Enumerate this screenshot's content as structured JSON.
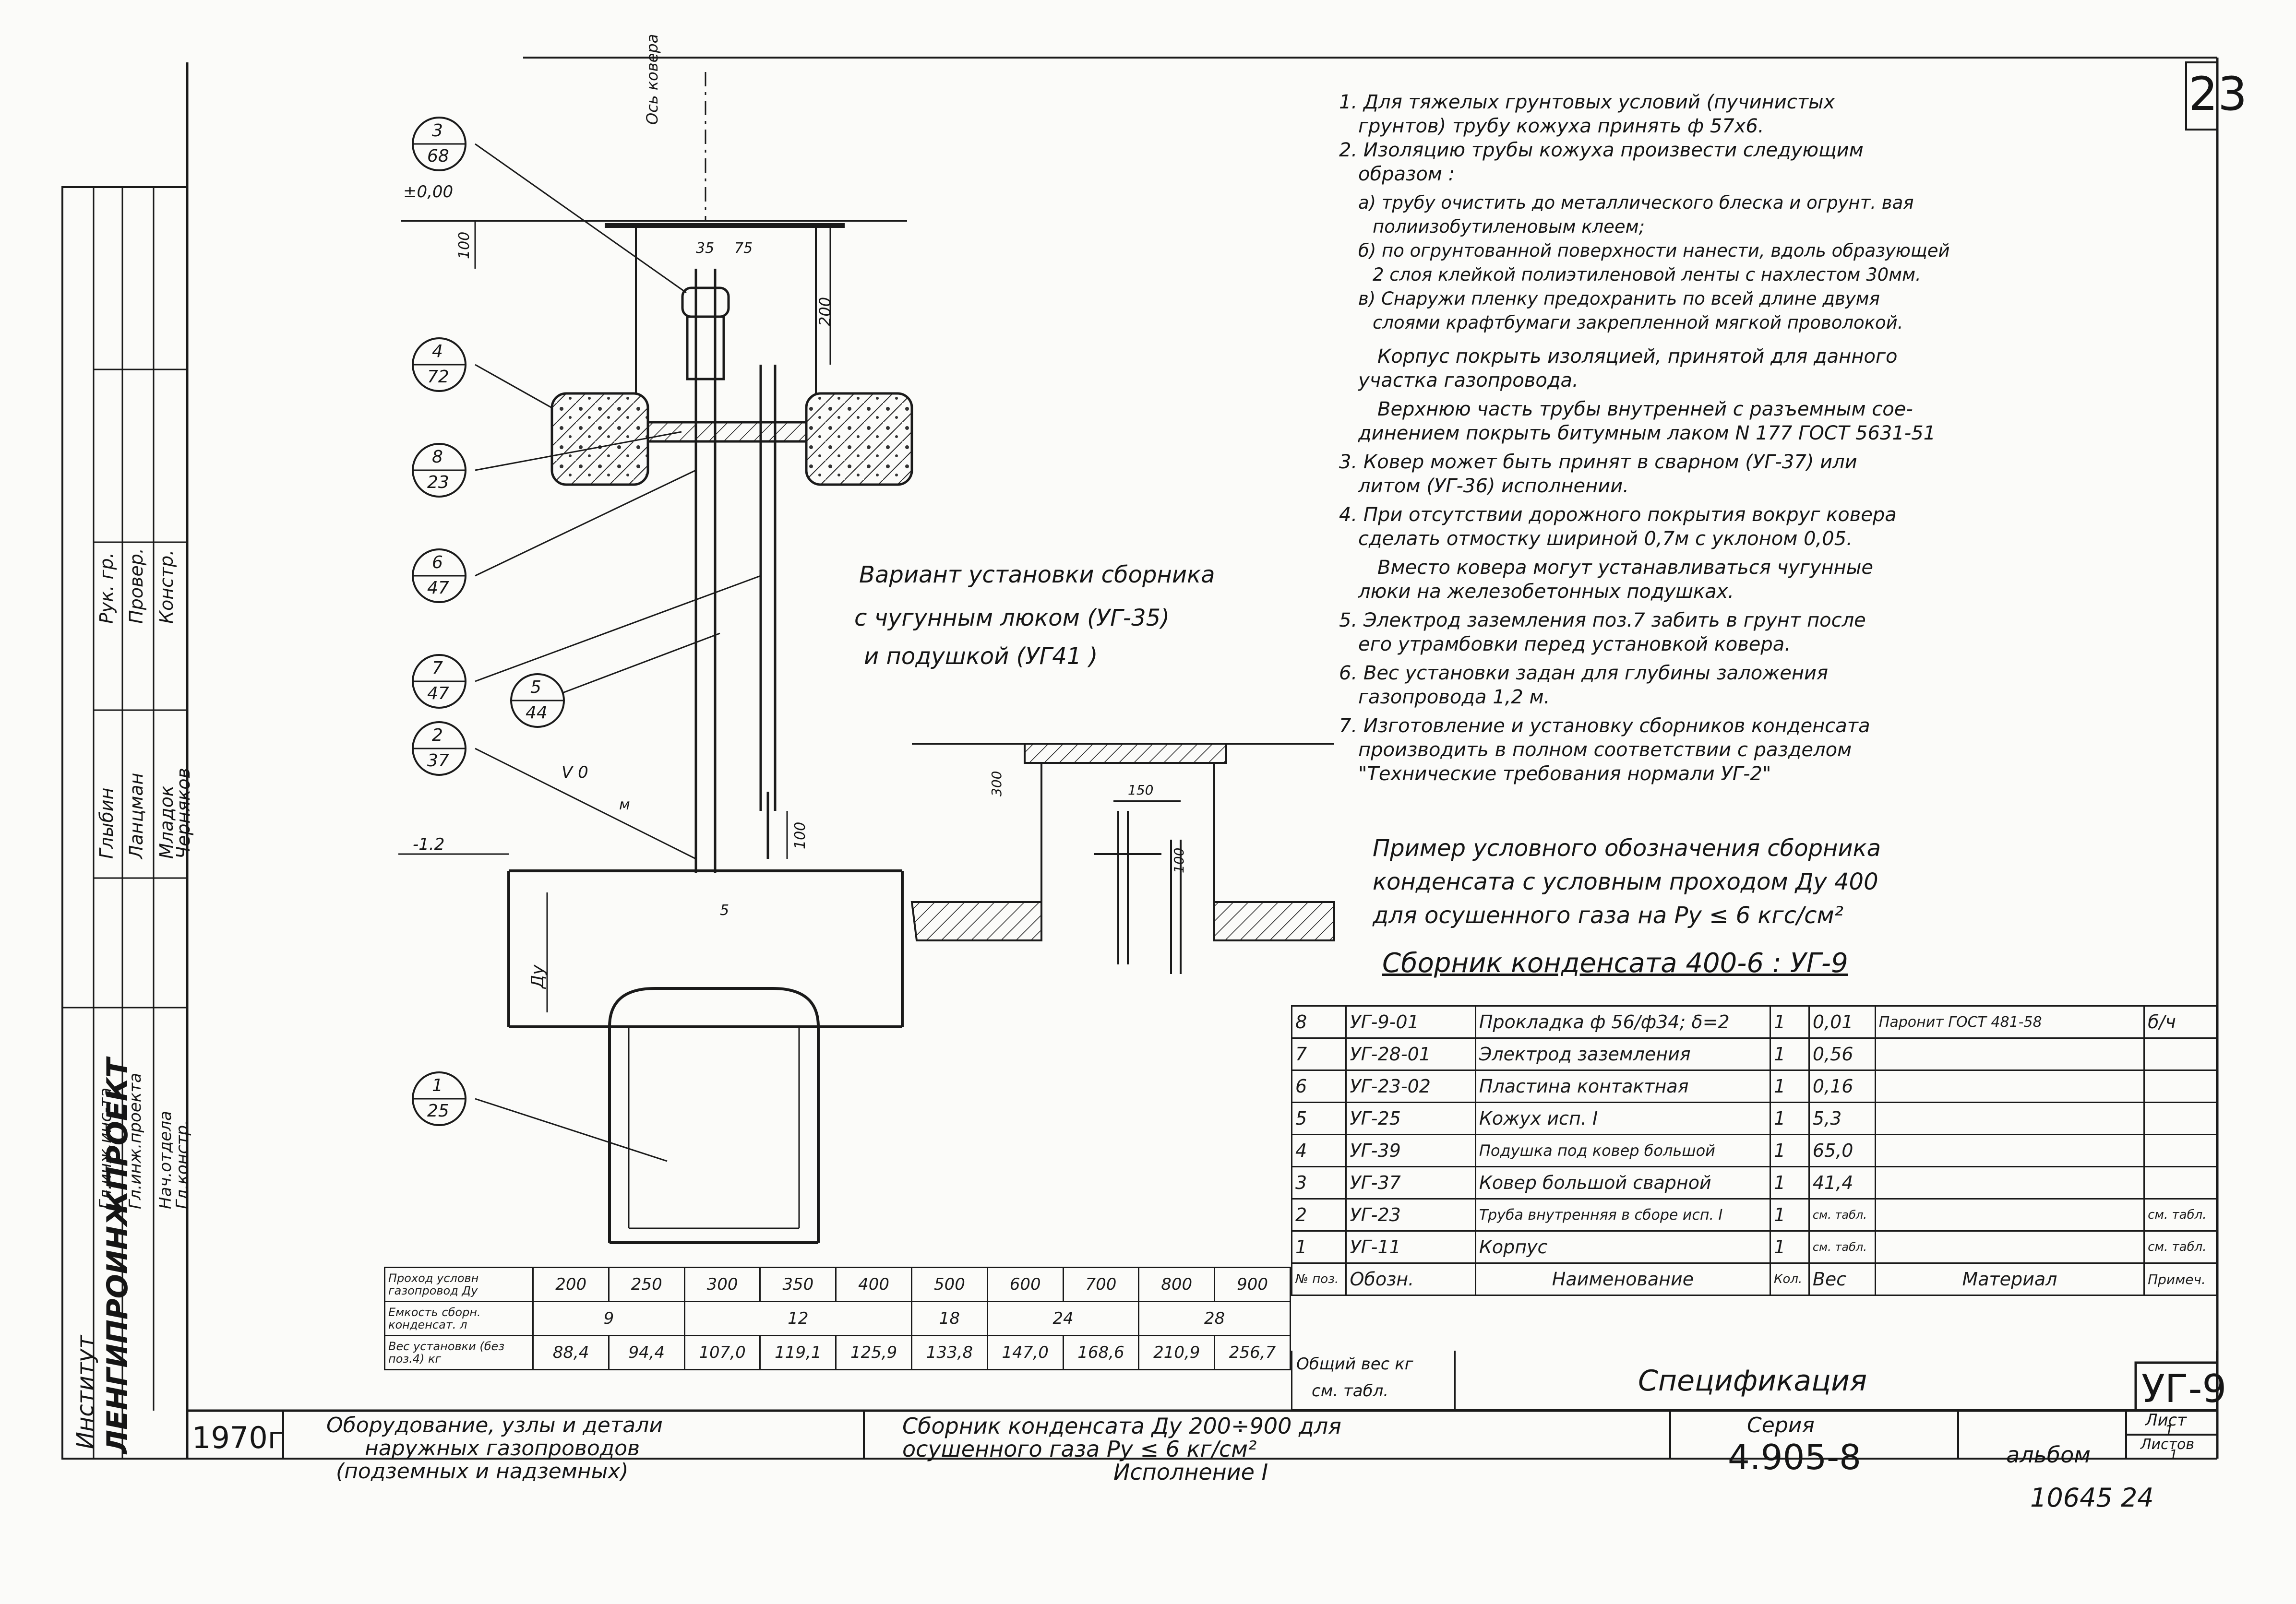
{
  "sheet_number": "23",
  "bottom_stamp": "10645 24",
  "notes": [
    "1. Для тяжелых грунтовых условий (пучинистых",
    "грунтов) трубу кожуха принять ф 57х6.",
    "2. Изоляцию трубы кожуха произвести следующим",
    "образом :",
    "а) трубу очистить до металлического блеска и огрунт. вая",
    "полиизобутиленовым клеем;",
    "б) по огрунтованной поверхности нанести, вдоль образующей",
    "2 слоя клейкой полиэтиленовой ленты с нахлестом 30мм.",
    "в) Снаружи пленку предохранить по всей длине двумя",
    "слоями крафтбумаги закрепленной мягкой проволокой.",
    "Корпус покрыть изоляцией, принятой для данного",
    "участка газопровода.",
    "Верхнюю часть трубы внутренней с разъемным сое-",
    "динением покрыть битумным лаком N 177 ГОСТ 5631-51",
    "3. Ковер может быть принят в сварном (УГ-37) или",
    "литом (УГ-36) исполнении.",
    "4. При отсутствии дорожного покрытия вокруг ковера",
    "сделать отмостку шириной 0,7м с уклоном 0,05.",
    "Вместо ковера могут устанавливаться чугунные",
    "люки на железобетонных подушках.",
    "5. Электрод заземления поз.7 забить в грунт после",
    "его утрамбовки перед установкой ковера.",
    "6. Вес установки задан для глубины заложения",
    "газопровода 1,2 м.",
    "7. Изготовление и установку сборников конденсата",
    "производить в полном соответствии с разделом",
    "\"Технические требования нормали УГ-2\""
  ],
  "example": {
    "lines": [
      "Пример условного обозначения сборника",
      "конденсата с условным проходом Ду 400",
      "для осушенного газа на Ру ≤ 6 кгс/см²"
    ],
    "designation": "Сборник конденсата 400-6 : УГ-9"
  },
  "variant_caption": [
    "Вариант установки сборника",
    "с чугунным люком (УГ-35)",
    "и подушкой (УГ41 )"
  ],
  "drawing_labels": {
    "axis": "Ось ковера",
    "zero_level": "±0,00",
    "depth_level": "-1.2",
    "dim_100_top": "100",
    "dim_35": "35",
    "dim_75": "75",
    "dim_200": "200",
    "dim_100_low": "100",
    "dim_5": "5",
    "dim_du": "Ду",
    "slope": "V 0",
    "m_label": "м",
    "var_dim_300": "300",
    "var_dim_150": "150",
    "var_dim_100": "100"
  },
  "callouts": [
    {
      "top": "3",
      "bottom": "68"
    },
    {
      "top": "4",
      "bottom": "72"
    },
    {
      "top": "8",
      "bottom": "23"
    },
    {
      "top": "6",
      "bottom": "47"
    },
    {
      "top": "7",
      "bottom": "47"
    },
    {
      "top": "5",
      "bottom": "44"
    },
    {
      "top": "2",
      "bottom": "37"
    },
    {
      "top": "1",
      "bottom": "25"
    }
  ],
  "spec_rows": [
    {
      "pos": "8",
      "code": "УГ-9-01",
      "name": "Прокладка ф 56/ф34; δ=2",
      "qty": "1",
      "weight": "0,01",
      "material": "Паронит ГОСТ 481-58",
      "note": "б/ч"
    },
    {
      "pos": "7",
      "code": "УГ-28-01",
      "name": "Электрод заземления",
      "qty": "1",
      "weight": "0,56",
      "material": "",
      "note": ""
    },
    {
      "pos": "6",
      "code": "УГ-23-02",
      "name": "Пластина контактная",
      "qty": "1",
      "weight": "0,16",
      "material": "",
      "note": ""
    },
    {
      "pos": "5",
      "code": "УГ-25",
      "name": "Кожух исп. I",
      "qty": "1",
      "weight": "5,3",
      "material": "",
      "note": ""
    },
    {
      "pos": "4",
      "code": "УГ-39",
      "name": "Подушка под ковер большой",
      "qty": "1",
      "weight": "65,0",
      "material": "",
      "note": ""
    },
    {
      "pos": "3",
      "code": "УГ-37",
      "name": "Ковер большой сварной",
      "qty": "1",
      "weight": "41,4",
      "material": "",
      "note": ""
    },
    {
      "pos": "2",
      "code": "УГ-23",
      "name": "Труба внутренняя в сборе исп. I",
      "qty": "1",
      "weight": "см. табл.",
      "material": "",
      "note": "см. табл."
    },
    {
      "pos": "1",
      "code": "УГ-11",
      "name": "Корпус",
      "qty": "1",
      "weight": "см. табл.",
      "material": "",
      "note": "см. табл."
    }
  ],
  "spec_header": {
    "pos": "№ поз.",
    "code": "Обозн.",
    "name": "Наименование",
    "qty": "Кол.",
    "weight": "Вес",
    "material": "Материал",
    "note": "Примеч."
  },
  "spec_footer": {
    "total_label": "Общий вес кг",
    "total_value": "см. табл.",
    "title": "Спецификация",
    "sheet_code": "УГ-9"
  },
  "prop_table": {
    "row1_label": "Проход условн газопровод Ду",
    "row2_label": "Емкость сборн. конденсат. л",
    "row3_label": "Вес установки (без поз.4) кг",
    "diameters": [
      "200",
      "250",
      "300",
      "350",
      "400",
      "500",
      "600",
      "700",
      "800",
      "900"
    ],
    "capacities": [
      {
        "value": "9",
        "span": 2
      },
      {
        "value": "12",
        "span": 3
      },
      {
        "value": "18",
        "span": 1
      },
      {
        "value": "24",
        "span": 2
      },
      {
        "value": "28",
        "span": 2
      }
    ],
    "weights": [
      "88,4",
      "94,4",
      "107,0",
      "119,1",
      "125,9",
      "133,8",
      "147,0",
      "168,6",
      "210,9",
      "256,7"
    ]
  },
  "title_block": {
    "year": "1970г",
    "subject": [
      "Оборудование, узлы и детали",
      "наружных газопроводов",
      "(подземных и надземных)"
    ],
    "drawing_title": [
      "Сборник конденсата Ду 200÷900 для",
      "осушенного газа Ру ≤ 6 кг/см²",
      "Исполнение I"
    ],
    "series_label": "Серия",
    "series_value": "4.905-8",
    "album": "альбом",
    "sheet_label": "Лист",
    "sheet_value": "1",
    "sheets_label": "Листов",
    "sheets_value": "1"
  },
  "side_block": {
    "institute_label": "Институт",
    "institute_name": "ЛЕНГИПРОИНЖПРОЕКТ",
    "rows": [
      {
        "role": "Гл.инж.инс-та",
        "name": "Глыбин"
      },
      {
        "role": "Гл.инж.проекта",
        "name": "Ланцман"
      },
      {
        "role": "Нач.отдела",
        "name": "Младок"
      },
      {
        "role": "Гл.констр.",
        "name": "Черняков"
      }
    ],
    "rows2": [
      {
        "role": "Рук. гр."
      },
      {
        "role": "Провер."
      },
      {
        "role": "Констр."
      }
    ]
  }
}
